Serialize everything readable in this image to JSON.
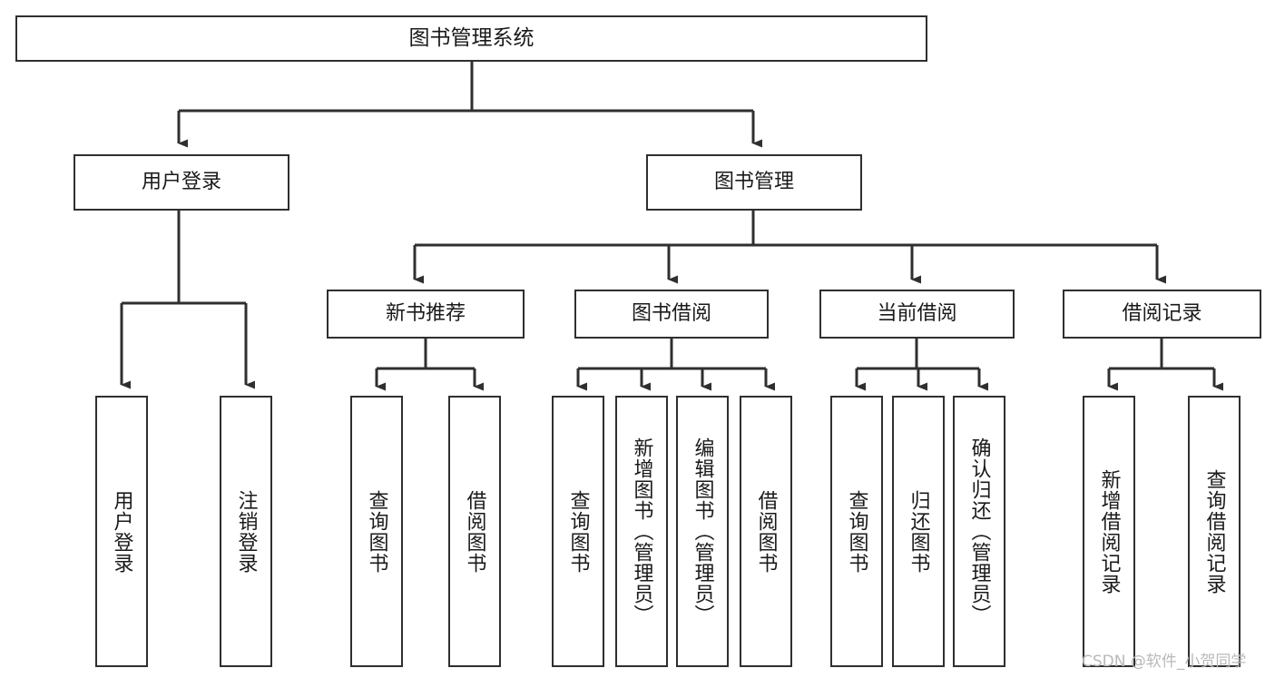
{
  "diagram": {
    "title": "图书管理系统",
    "type": "tree-hierarchy-chart",
    "orientation": "top-down",
    "line_color": "#2f2f2f",
    "box_fill": "#ffffff",
    "text_color": "#1a1a1a",
    "nodes": {
      "root": {
        "label": "图书管理系统"
      },
      "level2": [
        {
          "label": "用户登录"
        },
        {
          "label": "图书管理"
        }
      ],
      "level3": [
        {
          "label": "新书推荐"
        },
        {
          "label": "图书借阅"
        },
        {
          "label": "当前借阅"
        },
        {
          "label": "借阅记录"
        }
      ],
      "leaves": {
        "user_login": [
          {
            "label": "用户登录"
          },
          {
            "label": "注销登录"
          }
        ],
        "new_book_recommend": [
          {
            "label": "查询图书"
          },
          {
            "label": "借阅图书"
          }
        ],
        "book_borrow": [
          {
            "label": "查询图书"
          },
          {
            "label": "新增图书（管理员）"
          },
          {
            "label": "编辑图书（管理员）"
          },
          {
            "label": "借阅图书"
          }
        ],
        "current_borrow": [
          {
            "label": "查询图书"
          },
          {
            "label": "归还图书"
          },
          {
            "label": "确认归还（管理员）"
          }
        ],
        "borrow_record": [
          {
            "label": "新增借阅记录"
          },
          {
            "label": "查询借阅记录"
          }
        ]
      }
    }
  },
  "watermark": {
    "text": "CSDN @软件_小贺同学"
  }
}
